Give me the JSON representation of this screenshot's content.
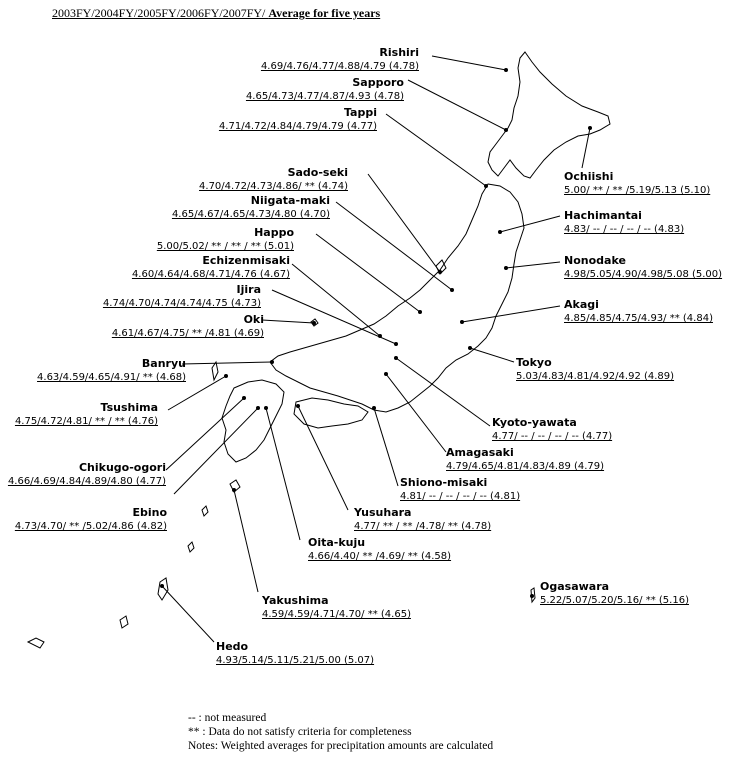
{
  "title": {
    "prefix": "2003FY/2004FY/2005FY/2006FY/2007FY/ ",
    "suffix": "Average for five years"
  },
  "stations": {
    "rishiri": {
      "name": "Rishiri",
      "values": "4.69/4.76/4.77/4.88/4.79 (4.78)"
    },
    "sapporo": {
      "name": "Sapporo",
      "values": "4.65/4.73/4.77/4.87/4.93 (4.78)"
    },
    "tappi": {
      "name": "Tappi",
      "values": "4.71/4.72/4.84/4.79/4.79 (4.77)"
    },
    "ochiishi": {
      "name": "Ochiishi",
      "values": "5.00/ ** / ** /5.19/5.13 (5.10)"
    },
    "sado_seki": {
      "name": "Sado-seki",
      "values": "4.70/4.72/4.73/4.86/ **  (4.74)"
    },
    "niigata_maki": {
      "name": "Niigata-maki",
      "values": "4.65/4.67/4.65/4.73/4.80 (4.70)"
    },
    "hachimantai": {
      "name": "Hachimantai",
      "values": "4.83/ -- / -- / -- / --  (4.83)"
    },
    "happo": {
      "name": "Happo",
      "values": "5.00/5.02/ ** / ** / **  (5.01)"
    },
    "nonodake": {
      "name": "Nonodake",
      "values": "4.98/5.05/4.90/4.98/5.08 (5.00)"
    },
    "echizenmisaki": {
      "name": "Echizenmisaki",
      "values": "4.60/4.64/4.68/4.71/4.76 (4.67)"
    },
    "ijira": {
      "name": "Ijira",
      "values": "4.74/4.70/4.74/4.74/4.75 (4.73)"
    },
    "akagi": {
      "name": "Akagi",
      "values": "4.85/4.85/4.75/4.93/ **  (4.84)"
    },
    "oki": {
      "name": "Oki",
      "values": "4.61/4.67/4.75/ ** /4.81 (4.69)"
    },
    "banryu": {
      "name": "Banryu",
      "values": "4.63/4.59/4.65/4.91/ **  (4.68)"
    },
    "tokyo": {
      "name": "Tokyo",
      "values": "5.03/4.83/4.81/4.92/4.92 (4.89)"
    },
    "tsushima": {
      "name": "Tsushima",
      "values": "4.75/4.72/4.81/ ** / **  (4.76)"
    },
    "kyoto_yawata": {
      "name": "Kyoto-yawata",
      "values": "4.77/ -- / -- / -- / --  (4.77)"
    },
    "amagasaki": {
      "name": "Amagasaki",
      "values": "4.79/4.65/4.81/4.83/4.89 (4.79)"
    },
    "chikugo_ogori": {
      "name": "Chikugo-ogori",
      "values": "4.66/4.69/4.84/4.89/4.80 (4.77)"
    },
    "shiono_misaki": {
      "name": "Shiono-misaki",
      "values": "4.81/ -- / -- / -- / --  (4.81)"
    },
    "ebino": {
      "name": "Ebino",
      "values": "4.73/4.70/ ** /5.02/4.86 (4.82)"
    },
    "yusuhara": {
      "name": "Yusuhara",
      "values": "4.77/ ** / ** /4.78/ **  (4.78)"
    },
    "oita_kuju": {
      "name": "Oita-kuju",
      "values": "4.66/4.40/ ** /4.69/ **  (4.58)"
    },
    "ogasawara": {
      "name": "Ogasawara",
      "values": "5.22/5.07/5.20/5.16/ **  (5.16)"
    },
    "yakushima": {
      "name": "Yakushima",
      "values": "4.59/4.59/4.71/4.70/ **  (4.65)"
    },
    "hedo": {
      "name": "Hedo",
      "values": "4.93/5.14/5.11/5.21/5.00 (5.07)"
    }
  },
  "notes": {
    "not_measured": "-- : not measured",
    "incomplete": "** : Data do not satisfy criteria for completeness",
    "weighted": "Notes: Weighted averages for precipitation amounts are calculated"
  }
}
